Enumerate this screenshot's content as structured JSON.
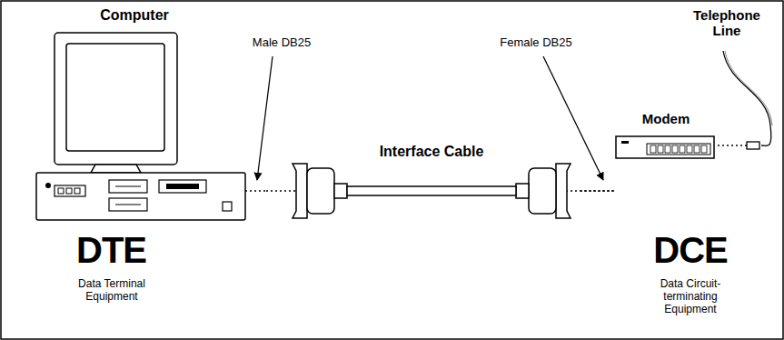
{
  "diagram": {
    "nodes": [
      {
        "text": [
          "Computer"
        ]
      },
      {
        "text": [
          "Modem"
        ]
      }
    ],
    "edges": [
      {
        "from": 0,
        "to": 1,
        "arrow": "none",
        "label": "Interface Cable"
      }
    ],
    "labels": [
      "Male DB25",
      "Female DB25",
      "Telephone Line",
      "DTE",
      "Data Terminal Equipment",
      "DCE",
      "Data Circuit-terminating Equipment"
    ]
  }
}
